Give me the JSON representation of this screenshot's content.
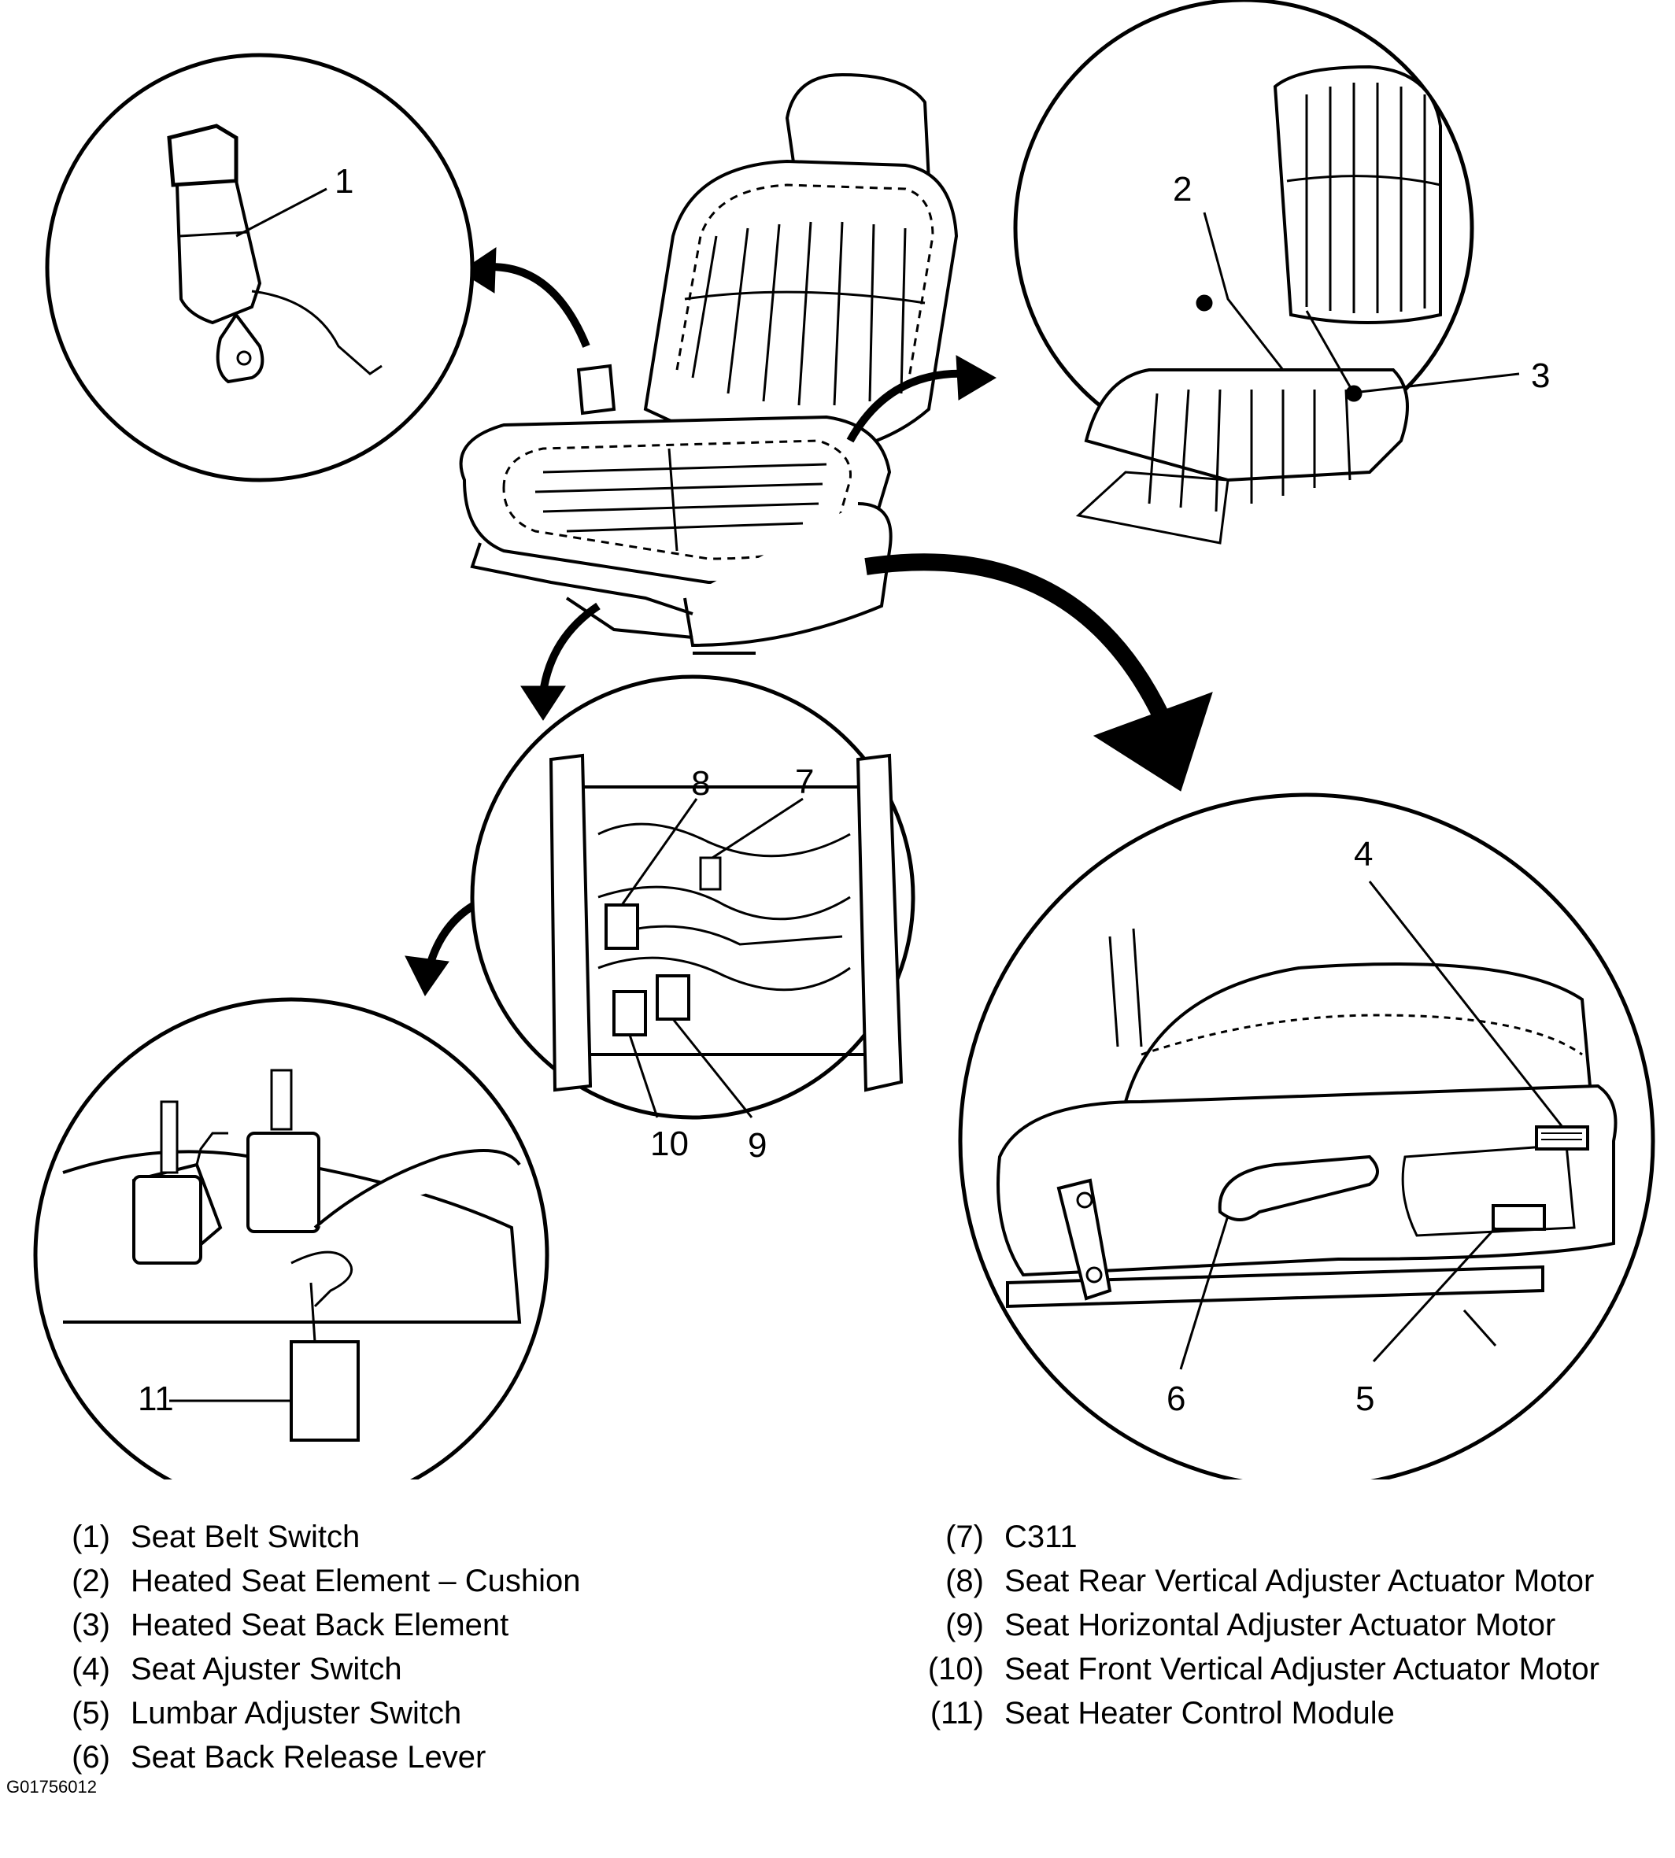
{
  "callouts": {
    "c1": "1",
    "c2": "2",
    "c3": "3",
    "c4": "4",
    "c5": "5",
    "c6": "6",
    "c7": "7",
    "c8": "8",
    "c9": "9",
    "c10": "10",
    "c11": "11"
  },
  "legend_left": [
    {
      "num": "(1)",
      "label": "Seat Belt Switch"
    },
    {
      "num": "(2)",
      "label": "Heated Seat Element – Cushion"
    },
    {
      "num": "(3)",
      "label": "Heated Seat Back Element"
    },
    {
      "num": "(4)",
      "label": "Seat Ajuster Switch"
    },
    {
      "num": "(5)",
      "label": "Lumbar Adjuster Switch"
    },
    {
      "num": "(6)",
      "label": "Seat Back Release Lever"
    }
  ],
  "legend_right": [
    {
      "num": "(7)",
      "label": "C311"
    },
    {
      "num": "(8)",
      "label": "Seat Rear Vertical Adjuster Actuator Motor"
    },
    {
      "num": "(9)",
      "label": "Seat Horizontal Adjuster Actuator Motor"
    },
    {
      "num": "(10)",
      "label": "Seat Front Vertical Adjuster Actuator Motor"
    },
    {
      "num": "(11)",
      "label": "Seat Heater Control Module"
    }
  ],
  "figure_id": "G01756012"
}
